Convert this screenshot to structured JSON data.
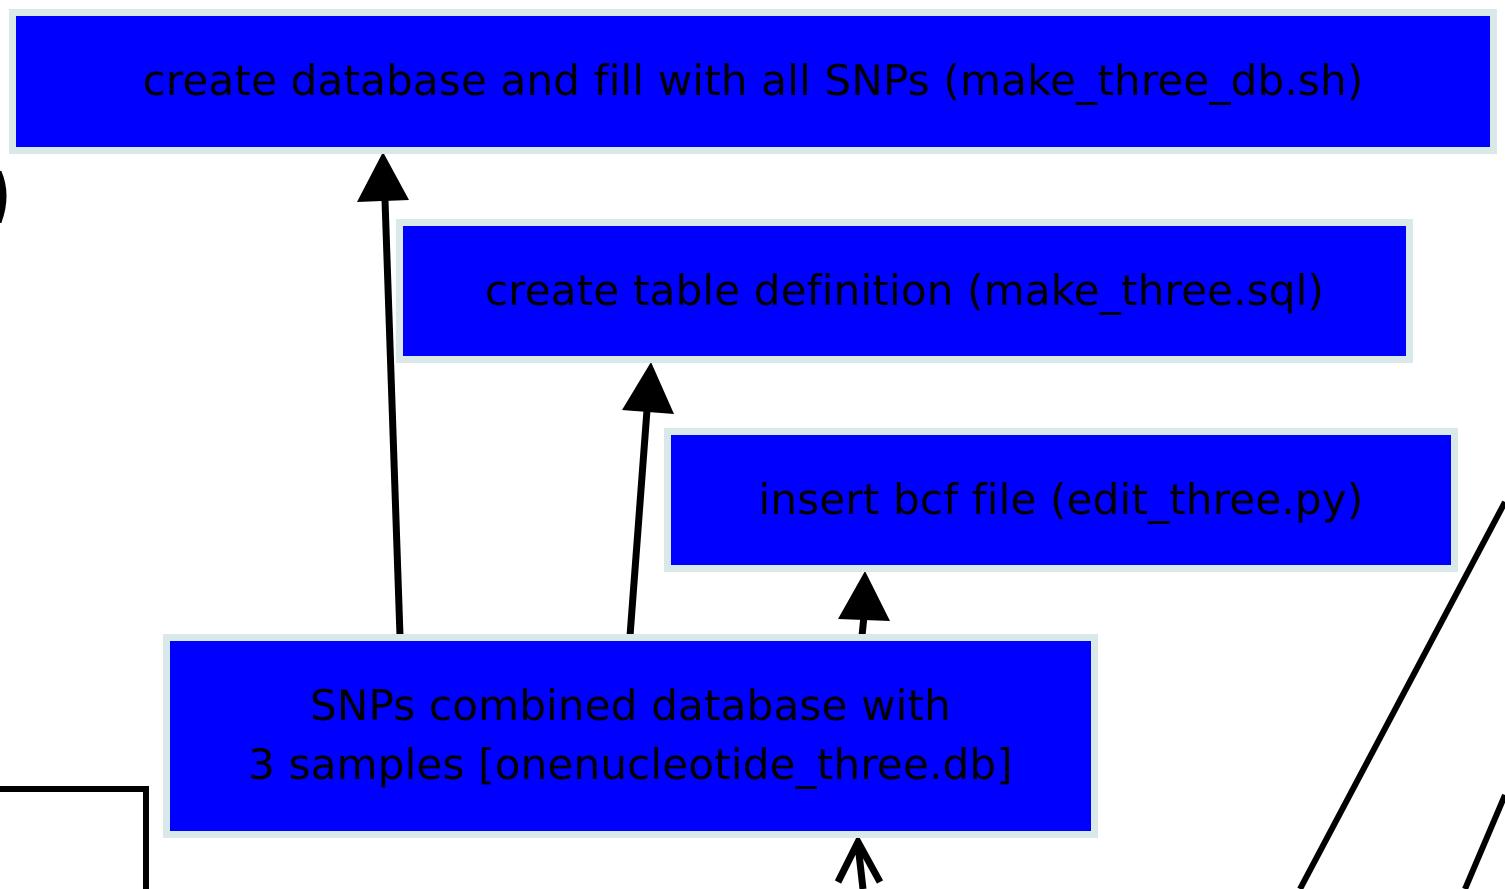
{
  "diagram": {
    "nodes": {
      "make_db": "create database and fill with all SNPs (make_three_db.sh)",
      "table_def": "create table definition (make_three.sql)",
      "insert_bcf": "insert bcf file (edit_three.py)",
      "combined_db": "SNPs combined database with\n3 samples [onenucleotide_three.db]"
    },
    "edges": [
      {
        "from": "combined_db",
        "to": "make_db"
      },
      {
        "from": "combined_db",
        "to": "table_def"
      },
      {
        "from": "combined_db",
        "to": "insert_bcf"
      }
    ],
    "colors": {
      "node_fill": "#0000ff",
      "node_border": "#d9e8e8",
      "node_text": "#000000",
      "edge": "#000000"
    }
  }
}
